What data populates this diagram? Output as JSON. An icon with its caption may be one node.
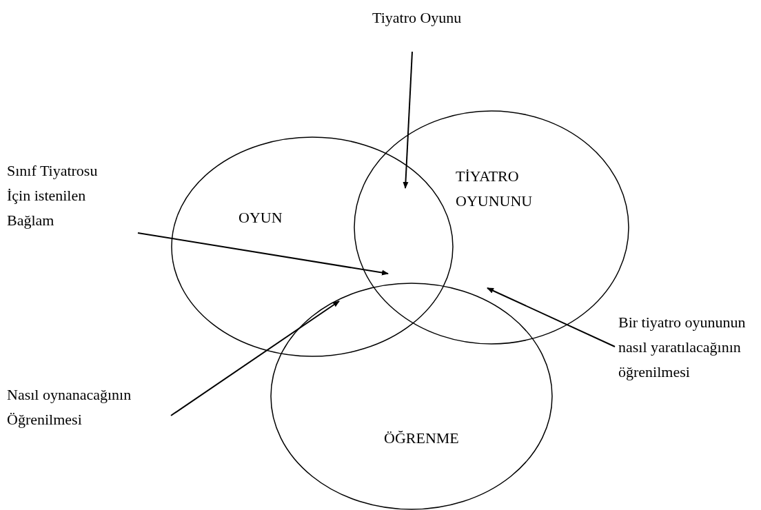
{
  "diagram": {
    "nodes": [
      {
        "text": [
          "OYUN"
        ]
      },
      {
        "text": [
          "TİYATRO OYUNUNU"
        ]
      },
      {
        "text": [
          "ÖĞRENME"
        ]
      },
      {
        "text": [
          "Tiyatro Oyunu"
        ]
      },
      {
        "text": [
          "Sınıf Tiyatrosu İçin istenilen Bağlam"
        ]
      },
      {
        "text": [
          "Nasıl oynanacağının Öğrenilmesi"
        ]
      },
      {
        "text": [
          "Bir tiyatro oyununun nasıl yaratılacağının öğrenilmesi"
        ]
      }
    ],
    "edges": [
      {
        "from": 3,
        "to": 0,
        "arrow": "to"
      },
      {
        "from": 4,
        "to": 0,
        "arrow": "to"
      },
      {
        "from": 5,
        "to": 0,
        "arrow": "to"
      },
      {
        "from": 6,
        "to": 2,
        "arrow": "to"
      }
    ]
  }
}
